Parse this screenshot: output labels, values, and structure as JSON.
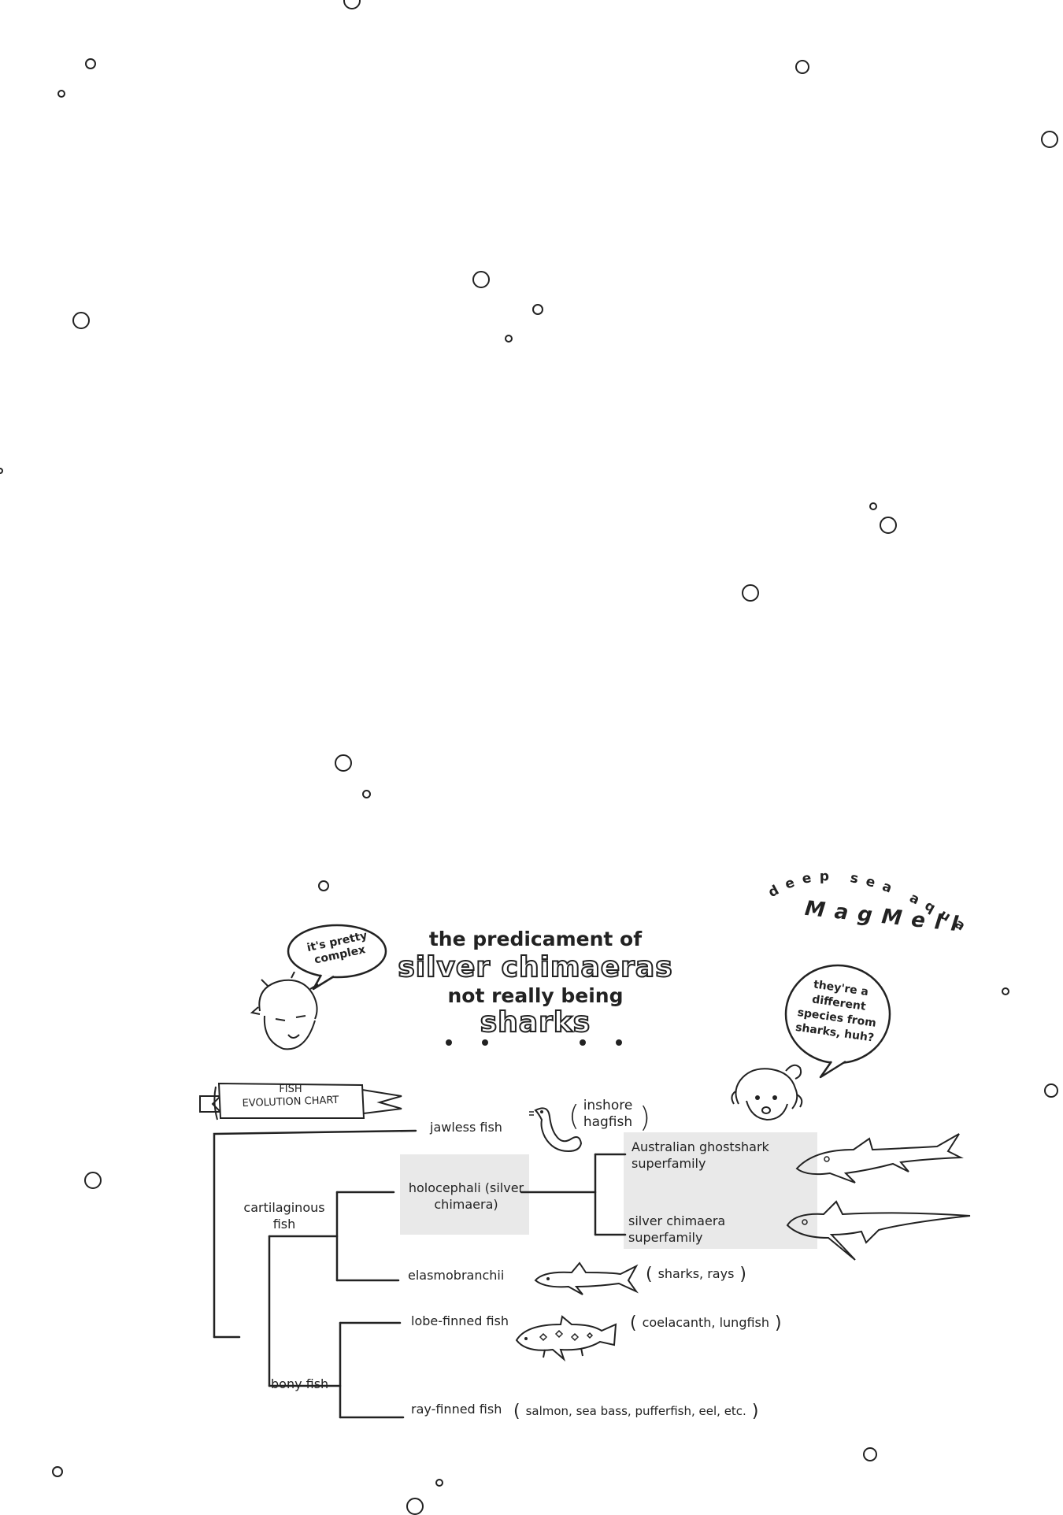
{
  "header": {
    "aquarium_small": "deep sea aquarium",
    "aquarium_name": "MagMell"
  },
  "title": {
    "line1": "the predicament of",
    "line2": "silver chimaeras",
    "line3": "not really being",
    "line4": "sharks"
  },
  "speech": {
    "left": "it's pretty complex",
    "right": "they're a different species from sharks, huh?"
  },
  "banner": {
    "line1": "FISH",
    "line2": "EVOLUTION CHART"
  },
  "chart": {
    "jawless": "jawless fish",
    "jawless_example_1": "inshore",
    "jawless_example_2": "hagfish",
    "cartilaginous": "cartilaginous fish",
    "holocephali": "holocephali (silver chimaera)",
    "ghostshark": "Australian ghostshark superfamily",
    "silver_super": "silver chimaera superfamily",
    "elasmo": "elasmobranchii",
    "elasmo_examples": "sharks, rays",
    "bony": "bony fish",
    "lobe": "lobe-finned fish",
    "lobe_examples": "coelacanth, lungfish",
    "ray": "ray-finned fish",
    "ray_examples": "salmon, sea bass, pufferfish, eel, etc."
  }
}
